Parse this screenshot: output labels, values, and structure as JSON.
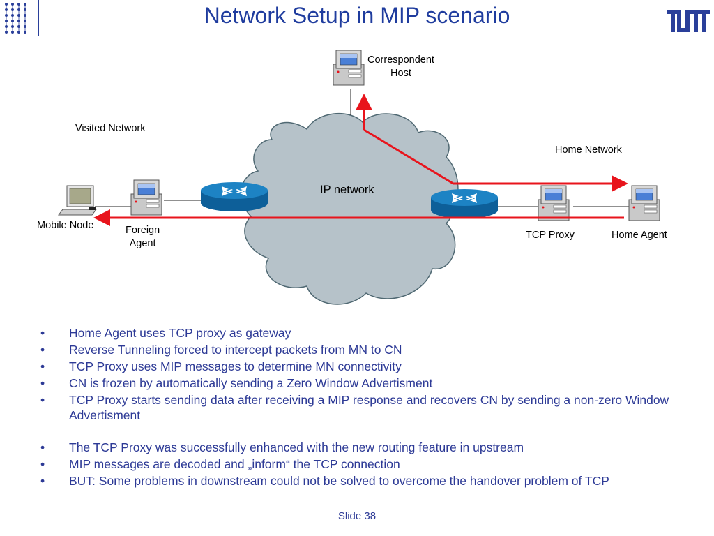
{
  "slide": {
    "title": "Network Setup in MIP scenario",
    "footer": "Slide 38",
    "logo_text": "TUM"
  },
  "diagram": {
    "cloud_label": "IP network",
    "visited_network": "Visited Network",
    "home_network": "Home Network",
    "nodes": {
      "correspondent_host": [
        "Correspondent",
        "Host"
      ],
      "mobile_node": "Mobile Node",
      "foreign_agent": [
        "Foreign",
        "Agent"
      ],
      "tcp_proxy": "TCP Proxy",
      "home_agent": "Home Agent"
    },
    "colors": {
      "cloud": "#b6c2c9",
      "router": "#1d83c4",
      "arrow": "#e8141c",
      "text_blue": "#2d3a96"
    }
  },
  "bullets": {
    "group1": [
      "Home Agent uses TCP proxy as gateway",
      "Reverse Tunneling forced to intercept packets from MN to CN",
      "TCP Proxy uses MIP messages to determine MN connectivity",
      "CN is frozen by automatically sending a Zero Window Advertisment",
      "TCP Proxy starts sending data after receiving a MIP response and recovers CN by sending a non-zero Window Advertisment"
    ],
    "group2": [
      "The TCP Proxy was successfully enhanced with the new routing feature in upstream",
      "MIP messages are decoded and „inform“ the TCP connection",
      "BUT: Some problems in downstream could not be solved to overcome the handover problem of TCP"
    ],
    "marker": "•"
  }
}
